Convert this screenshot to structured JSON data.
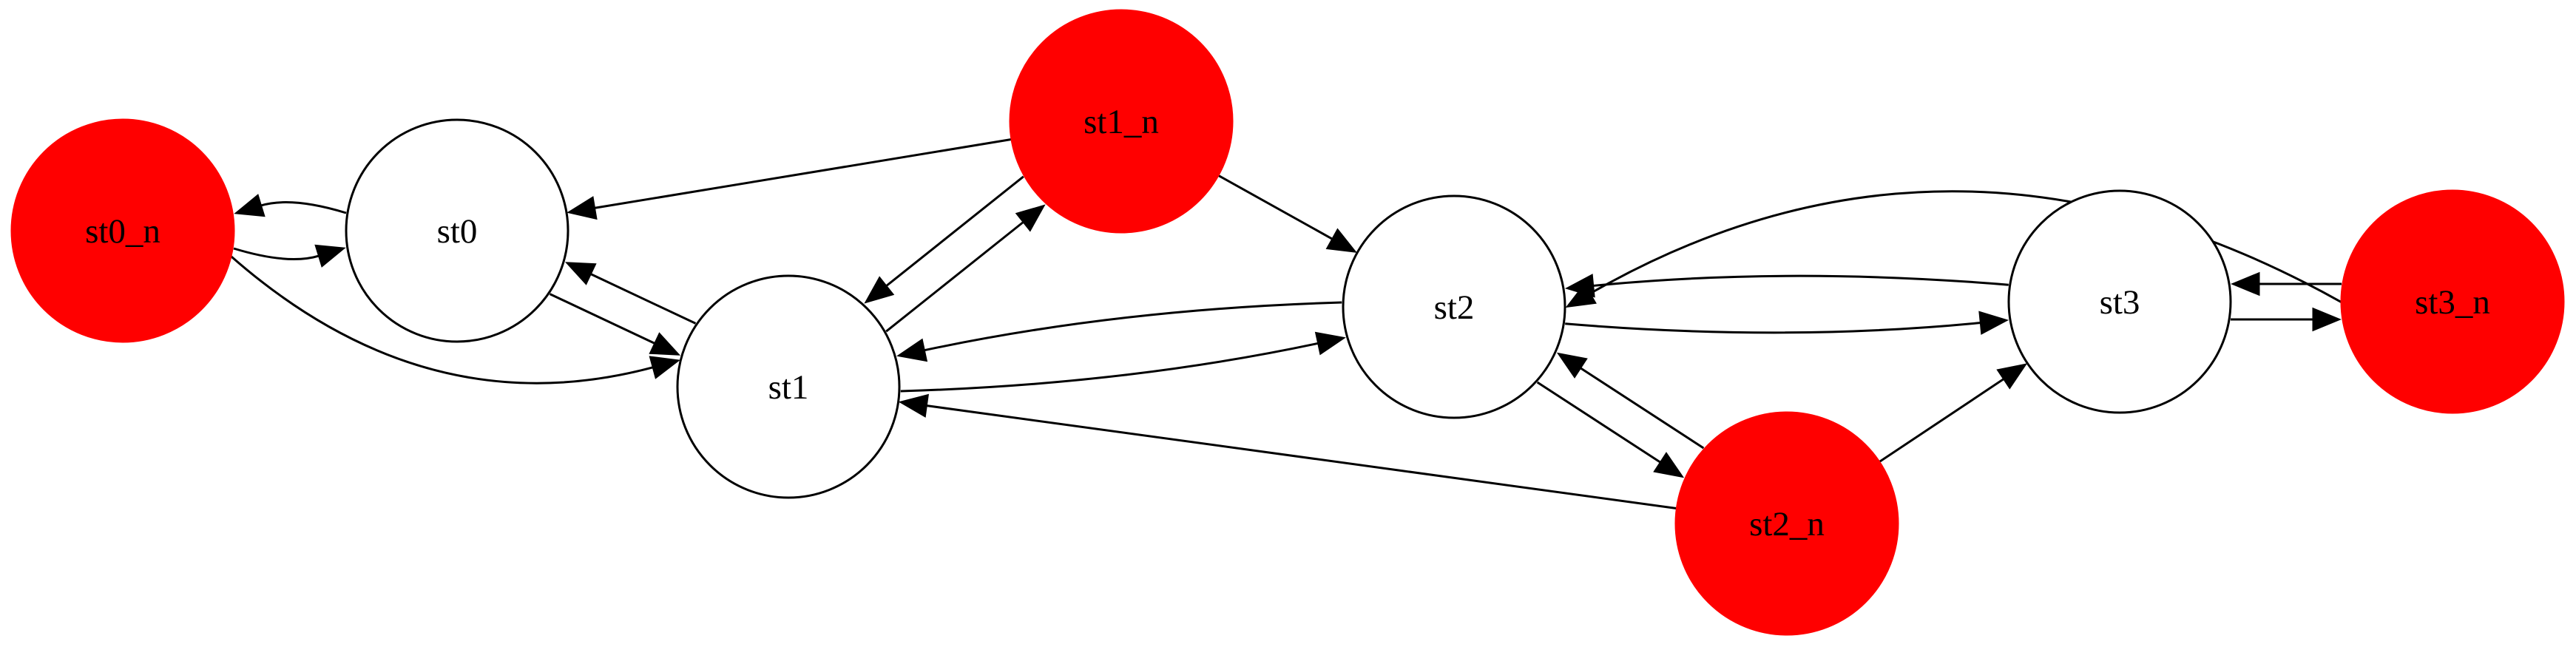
{
  "nodes": [
    {
      "id": "st0_n",
      "label": "st0_n",
      "fill": "#ff0000",
      "stroke": "#ff0000"
    },
    {
      "id": "st0",
      "label": "st0",
      "fill": "#ffffff",
      "stroke": "#000000"
    },
    {
      "id": "st1",
      "label": "st1",
      "fill": "#ffffff",
      "stroke": "#000000"
    },
    {
      "id": "st1_n",
      "label": "st1_n",
      "fill": "#ff0000",
      "stroke": "#ff0000"
    },
    {
      "id": "st2",
      "label": "st2",
      "fill": "#ffffff",
      "stroke": "#000000"
    },
    {
      "id": "st2_n",
      "label": "st2_n",
      "fill": "#ff0000",
      "stroke": "#ff0000"
    },
    {
      "id": "st3",
      "label": "st3",
      "fill": "#ffffff",
      "stroke": "#000000"
    },
    {
      "id": "st3_n",
      "label": "st3_n",
      "fill": "#ff0000",
      "stroke": "#ff0000"
    }
  ],
  "edges": [
    {
      "from": "st0",
      "to": "st0_n"
    },
    {
      "from": "st0_n",
      "to": "st0"
    },
    {
      "from": "st0_n",
      "to": "st1"
    },
    {
      "from": "st0",
      "to": "st1"
    },
    {
      "from": "st1",
      "to": "st0"
    },
    {
      "from": "st1_n",
      "to": "st0"
    },
    {
      "from": "st1_n",
      "to": "st1"
    },
    {
      "from": "st1",
      "to": "st1_n"
    },
    {
      "from": "st1_n",
      "to": "st2"
    },
    {
      "from": "st2",
      "to": "st1"
    },
    {
      "from": "st1",
      "to": "st2"
    },
    {
      "from": "st2_n",
      "to": "st1"
    },
    {
      "from": "st2",
      "to": "st2_n"
    },
    {
      "from": "st2_n",
      "to": "st2"
    },
    {
      "from": "st2_n",
      "to": "st3"
    },
    {
      "from": "st3",
      "to": "st2"
    },
    {
      "from": "st2",
      "to": "st3"
    },
    {
      "from": "st3_n",
      "to": "st2"
    },
    {
      "from": "st3_n",
      "to": "st3"
    },
    {
      "from": "st3",
      "to": "st3_n"
    }
  ]
}
